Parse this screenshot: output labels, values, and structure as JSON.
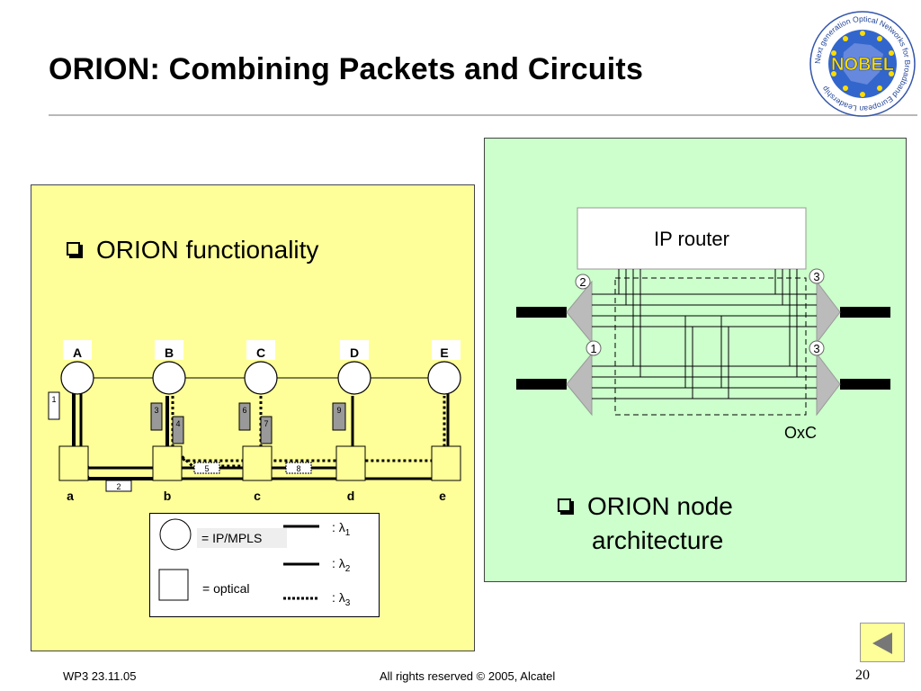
{
  "slide": {
    "title": "ORION: Combining Packets and Circuits",
    "page_number": "20",
    "footer_left": "WP3 23.11.05",
    "footer_center": "All rights reserved © 2005, Alcatel"
  },
  "logo": {
    "center_text": "NOBEL",
    "ring_text": "Next generation Optical Networks for Broadband European Leadership"
  },
  "left_panel": {
    "bullet": "ORION functionality",
    "top_nodes": [
      "A",
      "B",
      "C",
      "D",
      "E"
    ],
    "bottom_nodes": [
      "a",
      "b",
      "c",
      "d",
      "e"
    ],
    "connection_labels": [
      "1",
      "2",
      "3",
      "4",
      "5",
      "6",
      "7",
      "8",
      "9"
    ],
    "legend": {
      "ip_mpls_label": "= IP/MPLS",
      "optical_label": "= optical",
      "lambda_prefix": ": λ",
      "lambda_subscripts": [
        "1",
        "2",
        "3"
      ]
    }
  },
  "right_panel": {
    "router_label": "IP router",
    "oxc_label": "OxC",
    "port_labels": [
      "2",
      "3",
      "1",
      "3"
    ],
    "bullet_line1": "ORION node",
    "bullet_line2": "architecture"
  },
  "colors": {
    "yellow_panel": "#ffff99",
    "green_panel": "#ccffcc",
    "connector_gray": "#999999"
  }
}
